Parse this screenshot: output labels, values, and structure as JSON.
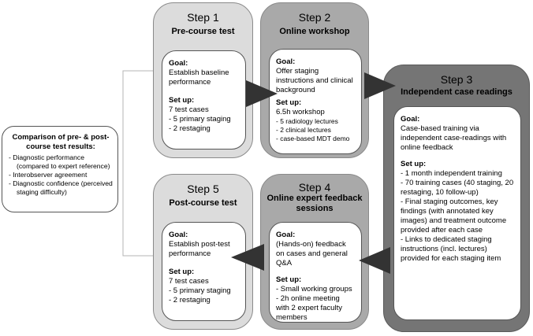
{
  "comparison": {
    "title": "Comparison of pre- & post-course test results:",
    "items": [
      "- Diagnostic performance (compared to expert reference)",
      "- Interobserver agreement",
      "- Diagnostic confidence (perceived staging difficulty)"
    ]
  },
  "step1": {
    "title": "Step 1",
    "subtitle": "Pre-course test",
    "goal_label": "Goal:",
    "goal": "Establish baseline performance",
    "setup_label": "Set up:",
    "setup": [
      "7 test cases",
      "- 5 primary staging",
      "- 2 restaging"
    ]
  },
  "step2": {
    "title": "Step 2",
    "subtitle": "Online workshop",
    "goal_label": "Goal:",
    "goal": "Offer staging instructions and clinical background",
    "setup_label": "Set up:",
    "setup_main": "6.5h workshop",
    "setup": [
      "- 5 radiology lectures",
      "- 2 clinical lectures",
      "- case-based MDT demo"
    ]
  },
  "step3": {
    "title": "Step 3",
    "subtitle": "Independent case readings",
    "goal_label": "Goal:",
    "goal": "Case-based training via independent case-readings with online feedback",
    "setup_label": "Set up:",
    "setup": [
      "- 1 month independent training",
      "- 70 training cases (40 staging, 20 restaging, 10 follow-up)",
      "- Final staging outcomes, key findings (with annotated  key images) and treatment outcome  provided after each case",
      "- Links to dedicated staging instructions (incl. lectures) provided  for each staging item"
    ]
  },
  "step4": {
    "title": "Step 4",
    "subtitle": "Online expert feedback sessions",
    "goal_label": "Goal:",
    "goal": "(Hands-on) feedback on cases and general Q&A",
    "setup_label": "Set up:",
    "setup": [
      "- Small working groups",
      "- 2h online meeting with 2 expert faculty members"
    ]
  },
  "step5": {
    "title": "Step 5",
    "subtitle": "Post-course test",
    "goal_label": "Goal:",
    "goal": "Establish post-test performance",
    "setup_label": "Set up:",
    "setup": [
      "7 test cases",
      "- 5 primary staging",
      "- 2 restaging"
    ]
  },
  "colors": {
    "light_box": "#dcdcdc",
    "mid_box": "#a9a9a9",
    "dark_box": "#757575",
    "arrow": "#333333"
  }
}
